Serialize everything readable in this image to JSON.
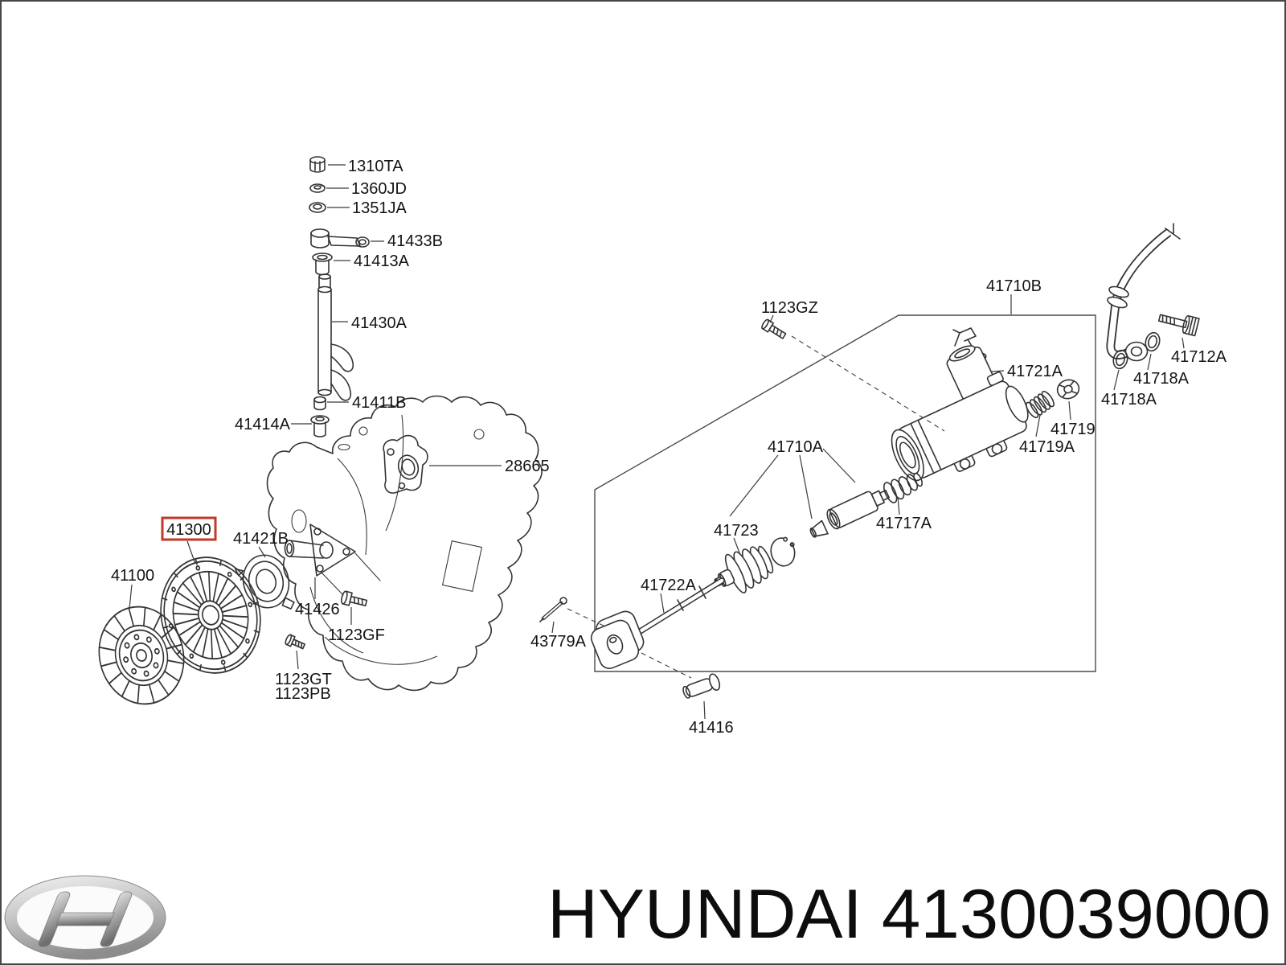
{
  "page": {
    "background": "#ffffff",
    "line_color": "#333333",
    "border_color": "#474747",
    "highlight_box_color": "#c0392b"
  },
  "labels": {
    "p1310ta": "1310TA",
    "p1360jd": "1360JD",
    "p1351ja": "1351JA",
    "p41433b": "41433B",
    "p41413a": "41413A",
    "p41430a": "41430A",
    "p41411b": "41411B",
    "p41414a": "41414A",
    "p28665": "28665",
    "p41100": "41100",
    "p41300": "41300",
    "p41421b": "41421B",
    "p41426": "41426",
    "p1123gf": "1123GF",
    "p1123gt": "1123GT",
    "p1123pb": "1123PB",
    "p1123gz": "1123GZ",
    "p41710b": "41710B",
    "p41721a": "41721A",
    "p41719": "41719",
    "p41719a": "41719A",
    "p41710a": "41710A",
    "p41723": "41723",
    "p41717a": "41717A",
    "p41722a": "41722A",
    "p43779a": "43779A",
    "p41416": "41416",
    "p41712a": "41712A",
    "p41718a": "41718A"
  },
  "footer": {
    "brand": "HYUNDAI",
    "part_number": "4130039000",
    "title": "HYUNDAI 4130039000",
    "logo": "hyundai-logo"
  }
}
